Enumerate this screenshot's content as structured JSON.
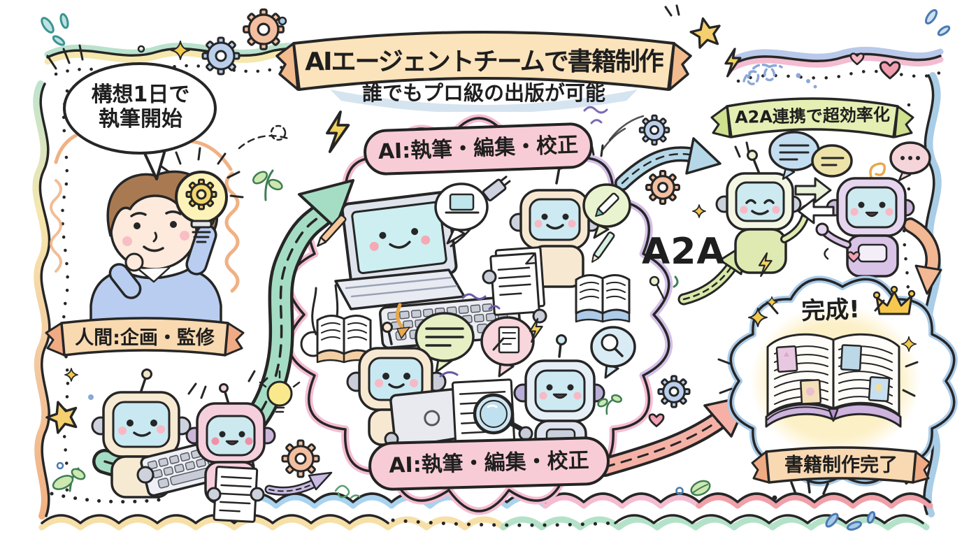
{
  "title_banner": {
    "title": "AIエージェントチームで書籍制作",
    "subtitle": "誰でもプロ級の出版が可能"
  },
  "idea_bubble": {
    "line1": "構想1日で",
    "line2": "執筆開始"
  },
  "human_ribbon": {
    "label": "人間:企画・監修"
  },
  "central_cloud": {
    "ai_pill_top": "AI:執筆・編集・校正",
    "ai_pill_bottom": "AI:執筆・編集・校正"
  },
  "a2a": {
    "ribbon_label": "A2A連携で超効率化",
    "big_label": "A2A"
  },
  "finish": {
    "done_label": "完成!",
    "ribbon_label": "書籍制作完了"
  },
  "colors": {
    "ink": "#262626",
    "banner_fill": "#fbe3bb",
    "banner_fold": "#f3bc8e",
    "pill_pink": "#f8ccd6",
    "ribbon_green": "#e5efb4",
    "ribbon_orange": "#f8d9b0",
    "arrow_teal": "#a5ddc4",
    "arrow_blue": "#b5d8e8",
    "arrow_pink": "#f5b1a6",
    "arrow_green": "#d9e8a8",
    "arrow_orange": "#f2b793",
    "cloud_edge_pink": "#f4bcd1",
    "cloud_edge_blue": "#aacbe8"
  },
  "icons": {
    "lightbulb-icon": "💡",
    "gear-icon": "⚙",
    "star-icon": "★",
    "sparkle-icon": "✦",
    "heart-icon": "♥",
    "lightning-icon": "⚡",
    "book-icon": "📖",
    "laptop-icon": "💻",
    "magnifier-icon": "🔍",
    "pencil-icon": "✏",
    "crown-icon": "👑",
    "leaf-icon": "🌿",
    "speech-bubble-icon": "💬",
    "robot-icon": "🤖",
    "document-icon": "📄",
    "keyboard-icon": "⌨",
    "exchange-arrows-icon": "⇄",
    "droplet-icon": "💧"
  }
}
